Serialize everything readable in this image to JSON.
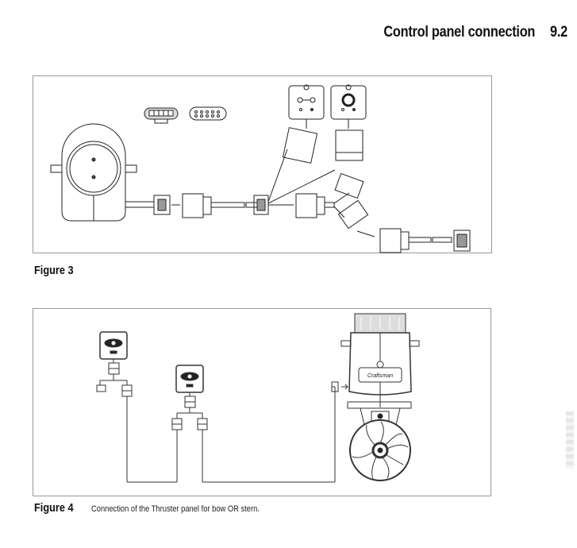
{
  "header": {
    "section_title": "Control panel connection",
    "section_number": "9.2"
  },
  "figures": [
    {
      "label": "Figure 3",
      "caption": "",
      "components": [
        "control-unit",
        "connector-plug-4pin",
        "connector-plug-8pin",
        "inline-connector",
        "extension-cable",
        "t-splitter",
        "control-panel-dual-button",
        "control-panel-joystick",
        "terminator-plug"
      ]
    },
    {
      "label": "Figure 4",
      "caption": "Connection of the Thruster panel for bow OR stern.",
      "components": [
        "control-panel-1",
        "control-panel-2",
        "t-connector",
        "terminator",
        "thruster-motor",
        "propeller"
      ]
    }
  ],
  "thruster_brand_text": "Craftsman"
}
